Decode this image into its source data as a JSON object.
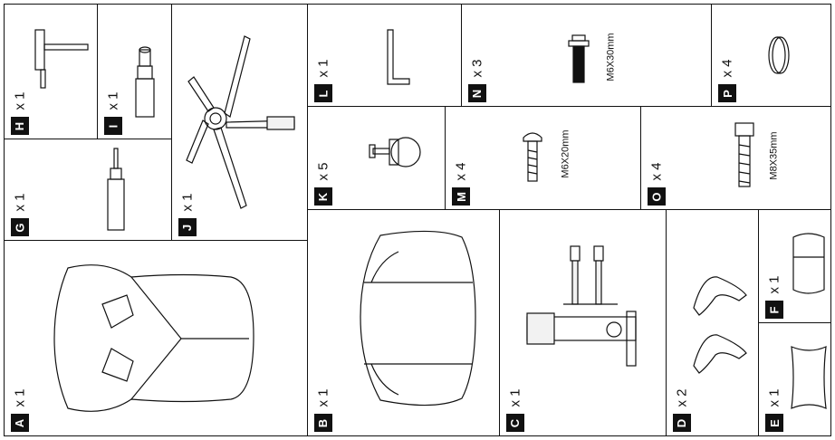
{
  "parts": {
    "A": {
      "letter": "A",
      "qty": "x 1"
    },
    "B": {
      "letter": "B",
      "qty": "x 1"
    },
    "C": {
      "letter": "C",
      "qty": "x 1"
    },
    "D": {
      "letter": "D",
      "qty": "x 2"
    },
    "E": {
      "letter": "E",
      "qty": "x 1"
    },
    "F": {
      "letter": "F",
      "qty": "x 1"
    },
    "G": {
      "letter": "G",
      "qty": "x 1"
    },
    "H": {
      "letter": "H",
      "qty": "x 1"
    },
    "I": {
      "letter": "I",
      "qty": "x 1"
    },
    "J": {
      "letter": "J",
      "qty": "x 1"
    },
    "K": {
      "letter": "K",
      "qty": "x 5"
    },
    "L": {
      "letter": "L",
      "qty": "x 1"
    },
    "M": {
      "letter": "M",
      "qty": "x 4",
      "spec": "M6X20mm"
    },
    "N": {
      "letter": "N",
      "qty": "x 3",
      "spec": "M6X30mm"
    },
    "O": {
      "letter": "O",
      "qty": "x 4",
      "spec": "M8X35mm"
    },
    "P": {
      "letter": "P",
      "qty": "x 4"
    }
  }
}
